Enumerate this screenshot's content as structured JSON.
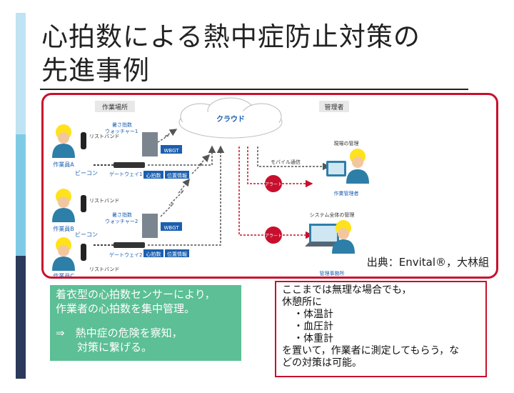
{
  "slide": {
    "title_line1": "心拍数による熱中症防止対策の",
    "title_line2": "先進事例"
  },
  "colors": {
    "accent_top": "#bfe3f2",
    "accent_mid": "#7fcbe6",
    "accent_bottom": "#2b3a5a",
    "frame_red": "#c8102e",
    "green_box": "#5cbf95",
    "label_blue": "#1b5fb0"
  },
  "diagram": {
    "workplace_label": "作業場所",
    "manager_label": "管理者",
    "cloud_label": "クラウド",
    "wristband_label": "リストバンド",
    "heat_watcher_1": "暑さ指数\nウォッチャー1",
    "heat_watcher_2": "暑さ指数\nウォッチャー2",
    "wbgt": "WBGT",
    "gateway_1": "ゲートウェイ1",
    "gateway_2": "ゲートウェイ2",
    "heart_rate": "心拍数",
    "location": "位置情報",
    "beacon": "ビーコン",
    "worker_a": "作業員A",
    "worker_b": "作業員B",
    "worker_c": "作業員C",
    "mobile_comm": "モバイル通信",
    "alert": "アラート",
    "site_management": "現場の管理",
    "site_manager": "作業管理者",
    "system_management": "システム全体の管理",
    "management_office": "管理事務所",
    "source": "出典：Envital®，大林組"
  },
  "green_box": {
    "line1": "着衣型の心拍数センサーにより，",
    "line2": "作業者の心拍数を集中管理。",
    "line3": "⇒　熱中症の危険を察知，",
    "line4": "　　対策に繋げる。"
  },
  "red_box": {
    "line1": "ここまでは無理な場合でも，",
    "line2": "休憩所に",
    "item1": "・体温計",
    "item2": "・血圧計",
    "item3": "・体重計",
    "line3": "を置いて，作業者に測定してもらう，な",
    "line4": "どの対策は可能。"
  }
}
